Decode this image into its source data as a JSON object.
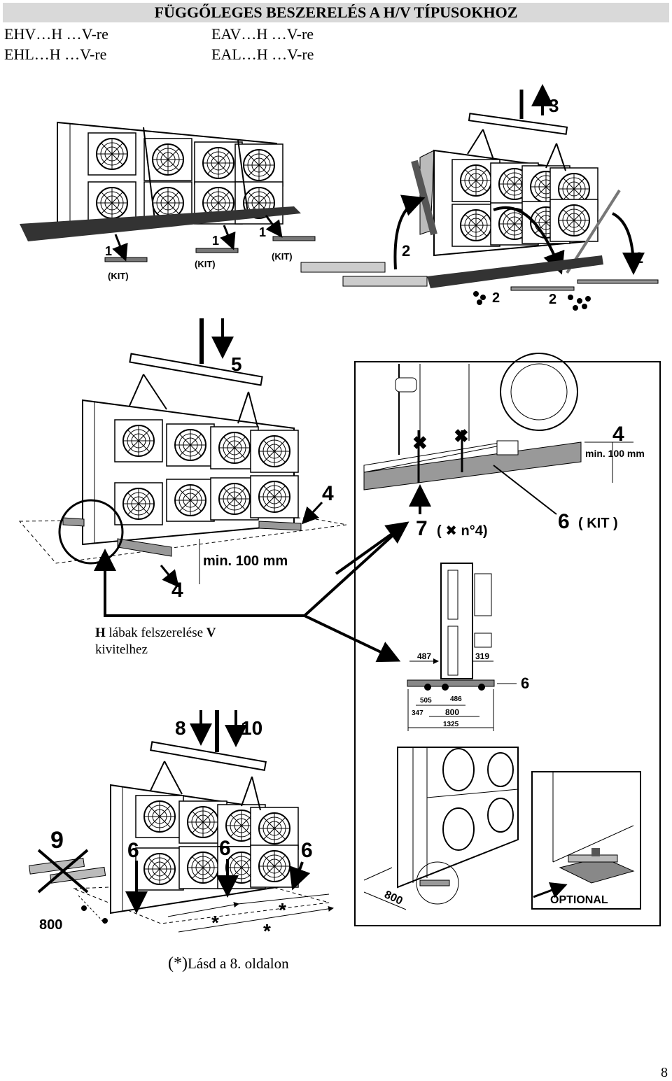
{
  "header": {
    "title": "FÜGGŐLEGES BESZERELÉS A H/V TÍPUSOKHOZ",
    "models": [
      "EHV…H …V-re",
      "EAV…H …V-re",
      "EHL…H …V-re",
      "EAL…H …V-re"
    ]
  },
  "figure1": {
    "kit_label": "(KIT)",
    "step1": "1",
    "step2": "2",
    "step3": "3"
  },
  "figure2": {
    "step4": "4",
    "step5": "5",
    "min_clearance": "min. 100 mm"
  },
  "detail": {
    "step4": "4",
    "min_clearance": "min. 100 mm",
    "step7": "7",
    "step7_note": "( ✖ n°4)",
    "step6": "6",
    "kit": "( KIT )",
    "dims": {
      "d487": "487",
      "d319": "319",
      "d505": "505",
      "d486": "486",
      "d347": "347",
      "d800": "800",
      "d1325": "1325"
    },
    "step6_b": "6"
  },
  "caption": {
    "bold1": "H",
    "text1": " lábak felszerelése ",
    "bold2": "V",
    "text2": "kivitelhez"
  },
  "figure3": {
    "step8": "8",
    "step10": "10",
    "step9": "9",
    "step6": "6",
    "dim800": "800",
    "star": "*",
    "dim800_b": "800",
    "optional": "OPTIONAL"
  },
  "footnote": {
    "mark": "(*)",
    "text": "Lásd a 8. oldalon"
  },
  "page_number": "8"
}
